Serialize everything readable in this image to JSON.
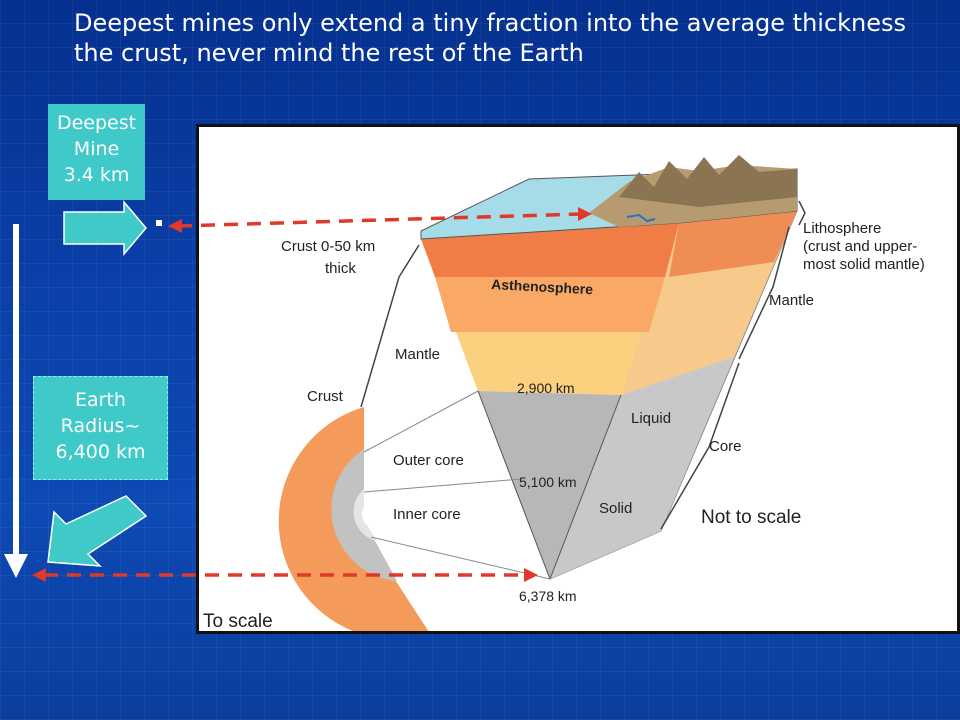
{
  "title": "Deepest mines only extend a tiny fraction into the average thickness the crust, never mind the rest of the Earth",
  "mine_box": {
    "line1": "Deepest",
    "line2": "Mine",
    "line3": "3.4 km"
  },
  "radius_box": {
    "line1": "Earth",
    "line2": "Radius~",
    "line3": "6,400 km"
  },
  "diagram": {
    "crust_label": "Crust 0-50 km",
    "thick_label": "thick",
    "asthenosphere": "Asthenosphere",
    "lithosphere_1": "Lithosphere",
    "lithosphere_2": "(crust and upper-",
    "lithosphere_3": "most solid mantle)",
    "mantle_right": "Mantle",
    "mantle_left": "Mantle",
    "depth_2900": "2,900 km",
    "liquid": "Liquid",
    "core": "Core",
    "crust_small": "Crust",
    "outer_core": "Outer core",
    "depth_5100": "5,100 km",
    "inner_core": "Inner core",
    "solid": "Solid",
    "not_to_scale": "Not to scale",
    "depth_6378": "6,378 km",
    "to_scale": "To scale"
  },
  "colors": {
    "label_bg": "#3fc9c9",
    "arrow_red": "#e0382b",
    "asthenosphere": "#f07d45",
    "mantle": "#f9c57a",
    "core": "#b0b0b0"
  }
}
